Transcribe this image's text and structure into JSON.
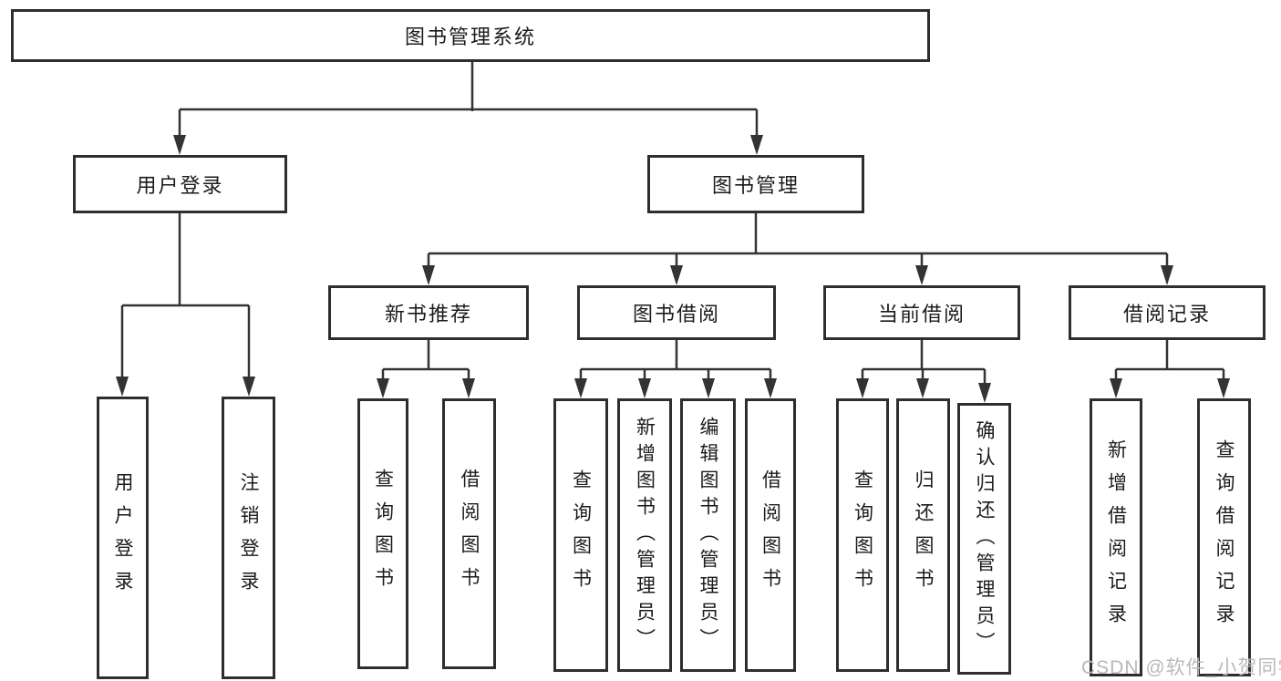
{
  "tree": {
    "root": "图书管理系统",
    "children": [
      {
        "label": "用户登录",
        "children": [
          {
            "label": "用户登录"
          },
          {
            "label": "注销登录"
          }
        ]
      },
      {
        "label": "图书管理",
        "children": [
          {
            "label": "新书推荐",
            "children": [
              {
                "label": "查询图书"
              },
              {
                "label": "借阅图书"
              }
            ]
          },
          {
            "label": "图书借阅",
            "children": [
              {
                "label": "查询图书"
              },
              {
                "label": "新增图书（管理员）"
              },
              {
                "label": "编辑图书（管理员）"
              },
              {
                "label": "借阅图书"
              }
            ]
          },
          {
            "label": "当前借阅",
            "children": [
              {
                "label": "查询图书"
              },
              {
                "label": "归还图书"
              },
              {
                "label": "确认归还（管理员）"
              }
            ]
          },
          {
            "label": "借阅记录",
            "children": [
              {
                "label": "新增借阅记录"
              },
              {
                "label": "查询借阅记录"
              }
            ]
          }
        ]
      }
    ]
  },
  "watermark": {
    "text": "CSDN @软件_小贺同学"
  },
  "colors": {
    "line": "#333333",
    "box_border": "#2e2e2e",
    "text": "#1b1b1b",
    "watermark": "#b9b9b9",
    "background": "#ffffff"
  }
}
